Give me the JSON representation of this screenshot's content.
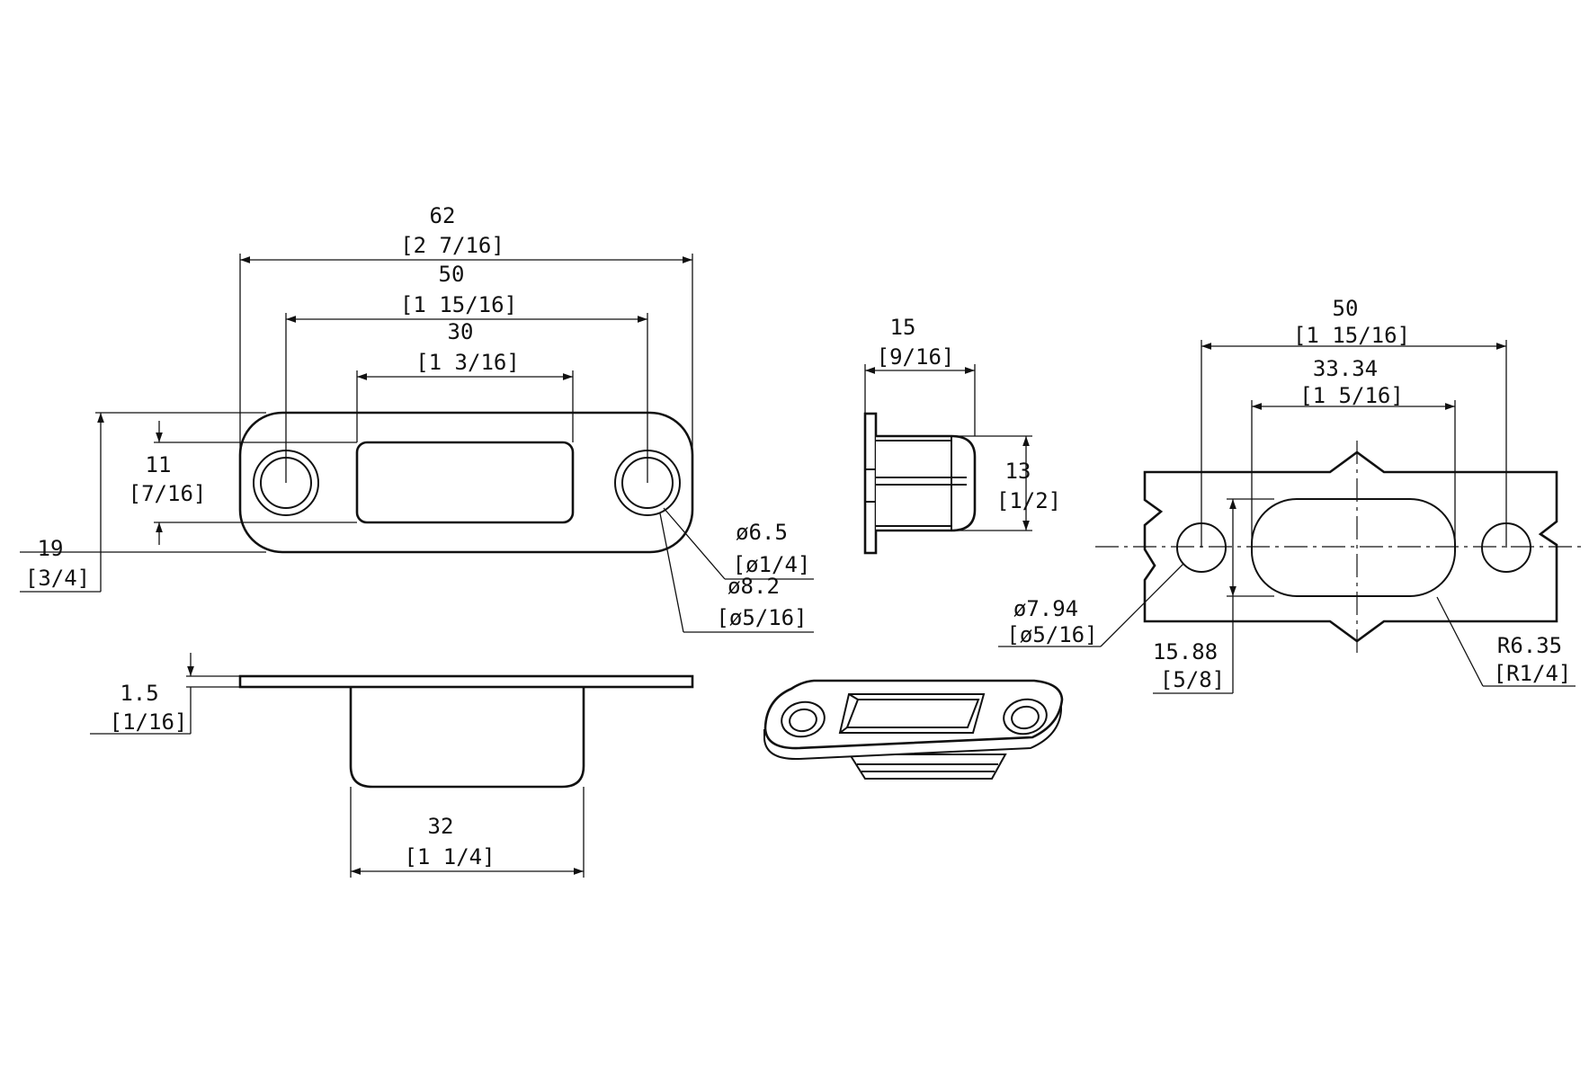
{
  "front_view": {
    "overall_length": {
      "mm": "62",
      "in": "[2 7/16]"
    },
    "hole_spacing": {
      "mm": "50",
      "in": "[1 15/16]"
    },
    "slot_length": {
      "mm": "30",
      "in": "[1 3/16]"
    },
    "slot_height": {
      "mm": "11",
      "in": "[7/16]"
    },
    "plate_height": {
      "mm": "19",
      "in": "[3/4]"
    },
    "hole_inner_dia": {
      "mm": "ø6.5",
      "in": "[ø1/4]"
    },
    "hole_outer_dia": {
      "mm": "ø8.2",
      "in": "[ø5/16]"
    }
  },
  "side_view": {
    "depth": {
      "mm": "15",
      "in": "[9/16]"
    },
    "box_height": {
      "mm": "13",
      "in": "[1/2]"
    }
  },
  "bottom_view": {
    "plate_thickness": {
      "mm": "1.5",
      "in": "[1/16]"
    },
    "box_width": {
      "mm": "32",
      "in": "[1 1/4]"
    }
  },
  "mortise_view": {
    "hole_spacing": {
      "mm": "50",
      "in": "[1 15/16]"
    },
    "cutout_length": {
      "mm": "33.34",
      "in": "[1 5/16]"
    },
    "hole_dia": {
      "mm": "ø7.94",
      "in": "[ø5/16]"
    },
    "cutout_height": {
      "mm": "15.88",
      "in": "[5/8]"
    },
    "corner_radius": {
      "mm": "R6.35",
      "in": "[R1/4]"
    }
  }
}
